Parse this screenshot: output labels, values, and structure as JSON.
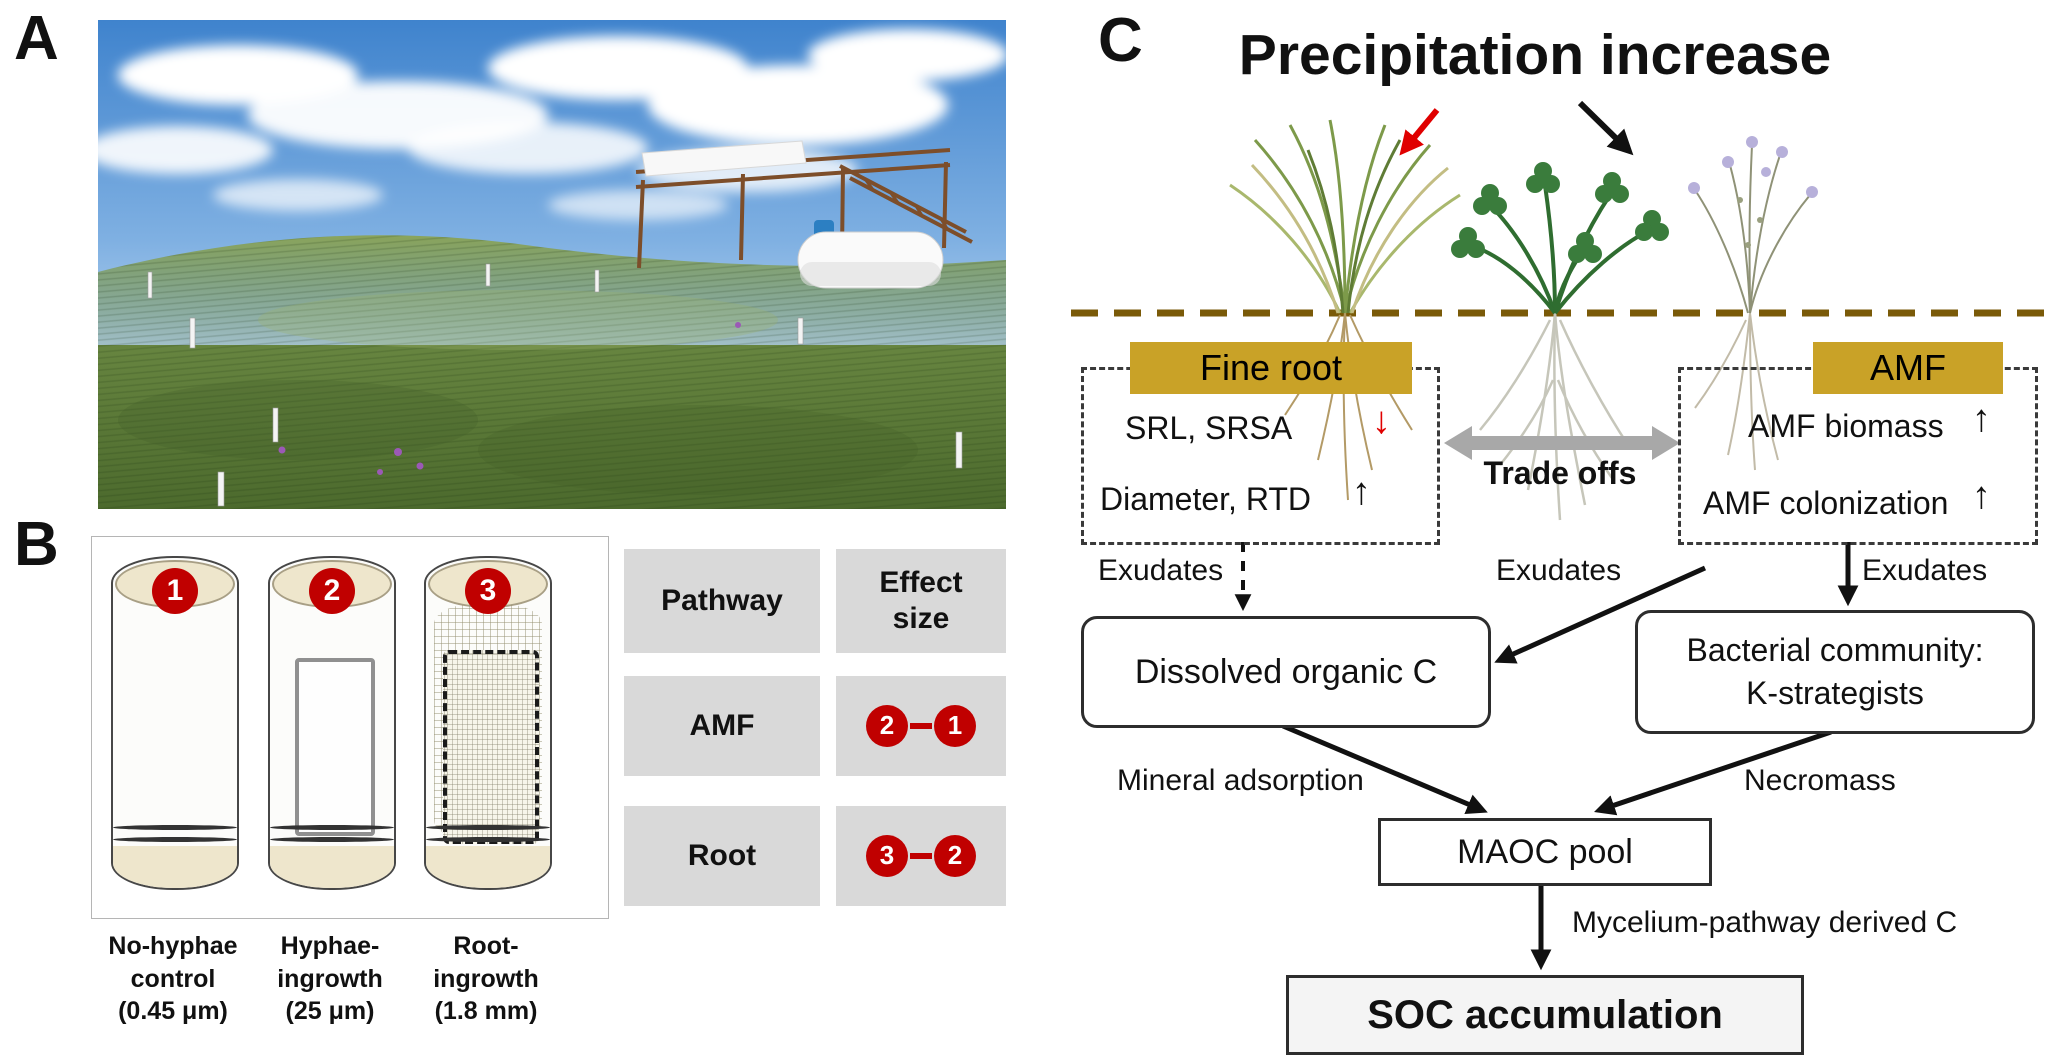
{
  "colors": {
    "accent_red": "#c00000",
    "gold": "#c9a227",
    "soil_line": "#7a5a08",
    "table_gray": "#d9d9d9",
    "tradeoff_gray": "#a8a8a8"
  },
  "panel_a": {
    "label": "A"
  },
  "panel_b": {
    "label": "B",
    "cylinders": [
      {
        "number": "1",
        "caption": "No-hyphae\ncontrol\n(0.45 μm)"
      },
      {
        "number": "2",
        "caption": "Hyphae-\ningrowth\n(25 μm)"
      },
      {
        "number": "3",
        "caption": "Root-\ningrowth\n(1.8 mm)"
      }
    ],
    "table": {
      "pathway_header": "Pathway",
      "effect_header": "Effect size",
      "rows": [
        {
          "pathway": "AMF",
          "minuend": "2",
          "subtrahend": "1"
        },
        {
          "pathway": "Root",
          "minuend": "3",
          "subtrahend": "2"
        }
      ]
    }
  },
  "panel_c": {
    "label": "C",
    "title": "Precipitation increase",
    "fine_root": {
      "header": "Fine root",
      "decrease_items": "SRL, SRSA",
      "decrease_arrow": "↓",
      "increase_items": "Diameter, RTD",
      "increase_arrow": "↑"
    },
    "amf": {
      "header": "AMF",
      "biomass": "AMF biomass",
      "biomass_arrow": "↑",
      "colonization": "AMF colonization",
      "colonization_arrow": "↑"
    },
    "trade_offs": "Trade offs",
    "exudates_left": "Exudates",
    "exudates_middle": "Exudates",
    "exudates_right": "Exudates",
    "doc_box": "Dissolved organic C",
    "bacteria_box": "Bacterial community:\nK-strategists",
    "mineral_adsorption": "Mineral adsorption",
    "necromass": "Necromass",
    "maoc_box": "MAOC pool",
    "mycelium_label": "Mycelium-pathway derived C",
    "soc_box": "SOC accumulation"
  }
}
